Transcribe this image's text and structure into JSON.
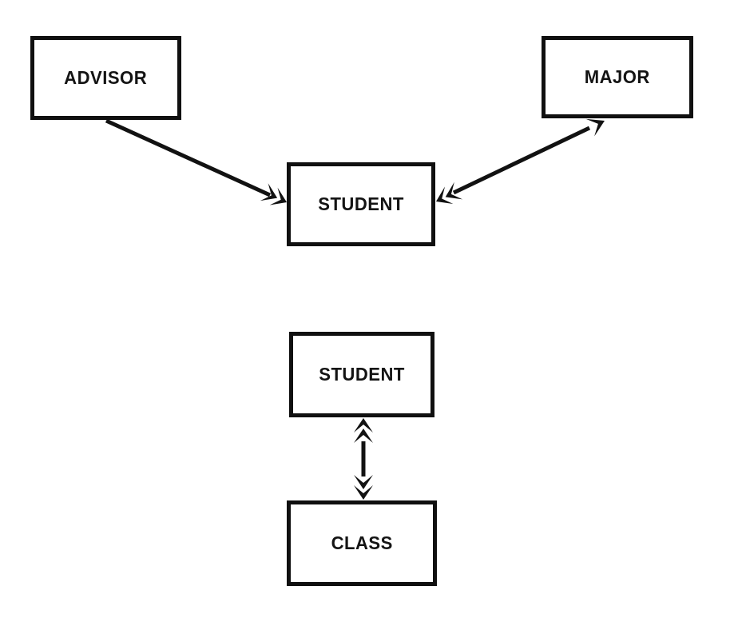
{
  "diagram": {
    "title": "",
    "nodes": {
      "advisor": {
        "label": "ADVISOR"
      },
      "major": {
        "label": "MAJOR"
      },
      "student_top": {
        "label": "STUDENT"
      },
      "student_bottom": {
        "label": "STUDENT"
      },
      "class": {
        "label": "CLASS"
      }
    },
    "relationships": [
      {
        "from": "ADVISOR",
        "to": "STUDENT",
        "from_end": "plain",
        "to_end": "double-arrowhead"
      },
      {
        "from": "MAJOR",
        "to": "STUDENT",
        "from_end": "single-arrowhead",
        "to_end": "double-arrowhead"
      },
      {
        "from": "STUDENT",
        "to": "CLASS",
        "from_end": "double-arrowhead",
        "to_end": "double-arrowhead"
      }
    ],
    "colors": {
      "ink": "#121212",
      "background": "#ffffff"
    }
  }
}
